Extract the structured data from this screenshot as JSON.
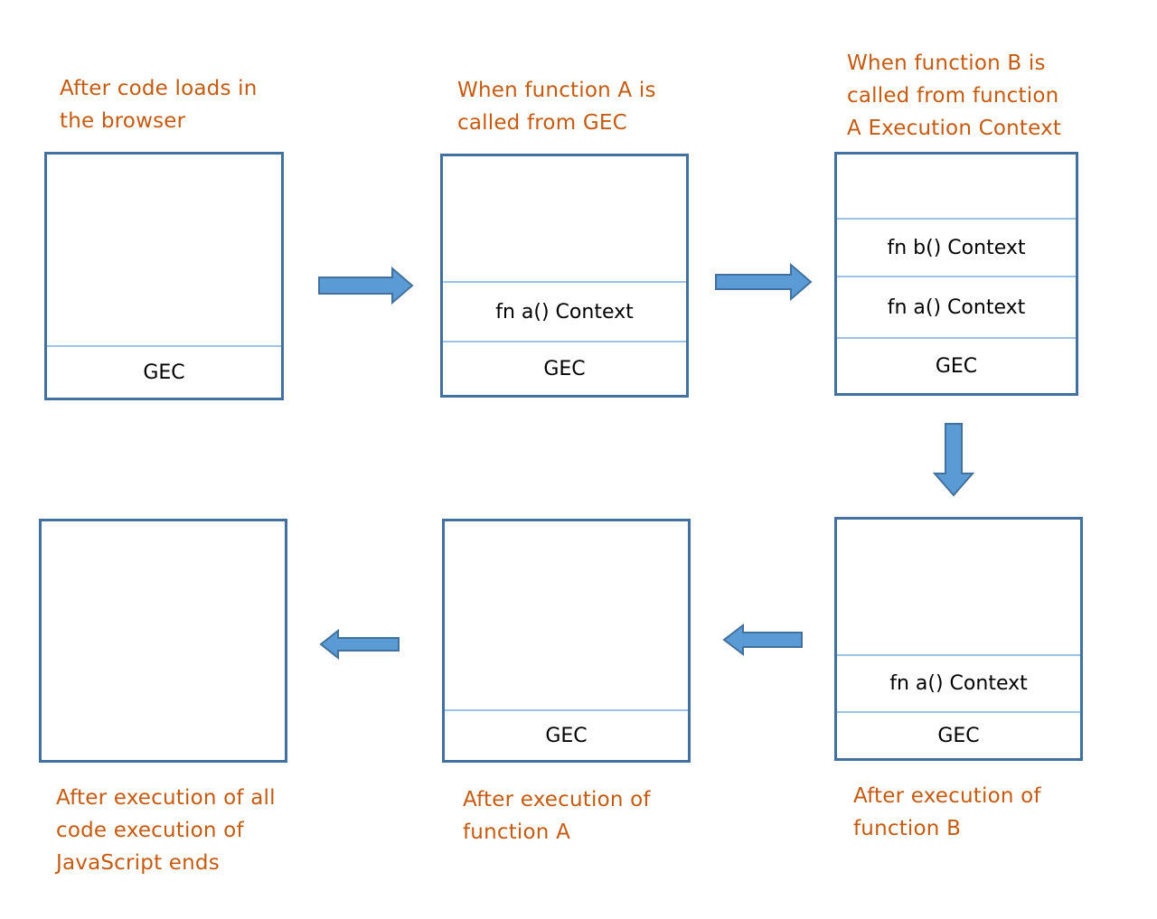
{
  "colors": {
    "caption": "#c55a11",
    "box_border": "#41719c",
    "frame_divider": "#9dc3e6",
    "arrow_fill": "#5b9bd5",
    "arrow_stroke": "#41719c"
  },
  "steps": [
    {
      "caption": "After code loads in\nthe browser",
      "frames": [
        "GEC"
      ]
    },
    {
      "caption": "When function A is\ncalled from GEC",
      "frames": [
        "fn a() Context",
        "GEC"
      ]
    },
    {
      "caption": "When function B is\ncalled from function\nA Execution Context",
      "frames": [
        "fn b() Context",
        "fn a() Context",
        "GEC"
      ]
    },
    {
      "caption": "After execution of\nfunction B",
      "frames": [
        "fn a() Context",
        "GEC"
      ]
    },
    {
      "caption": "After execution of\nfunction A",
      "frames": [
        "GEC"
      ]
    },
    {
      "caption": "After execution of all\ncode execution of\nJavaScript ends",
      "frames": []
    }
  ],
  "arrows": [
    {
      "from": "step-1",
      "to": "step-2",
      "direction": "right"
    },
    {
      "from": "step-2",
      "to": "step-3",
      "direction": "right"
    },
    {
      "from": "step-3",
      "to": "step-4",
      "direction": "down"
    },
    {
      "from": "step-4",
      "to": "step-5",
      "direction": "left"
    },
    {
      "from": "step-5",
      "to": "step-6",
      "direction": "left"
    }
  ]
}
